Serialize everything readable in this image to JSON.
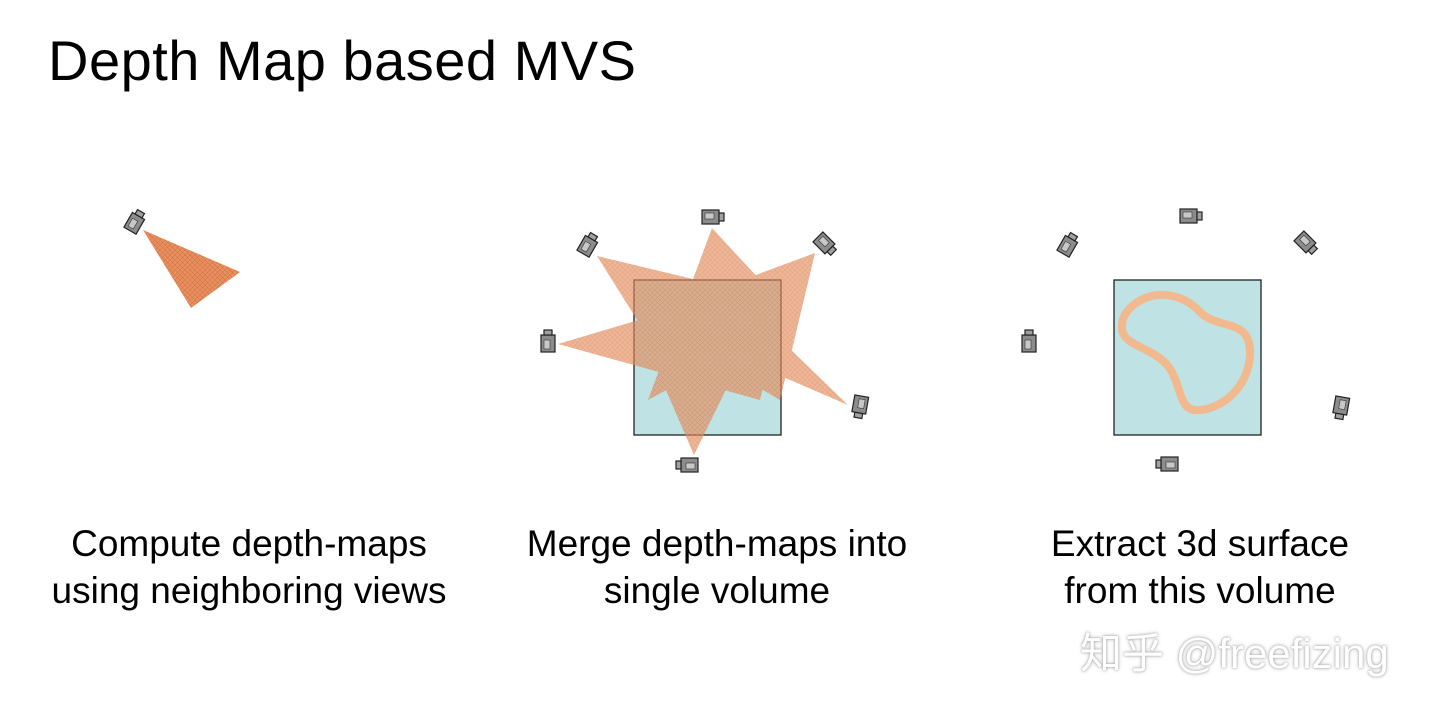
{
  "title": "Depth Map based MVS",
  "colors": {
    "frustum": "#e8915f",
    "volume": "#bfe3e4",
    "surface": "#f2b88e",
    "camera": "#8c8c8c"
  },
  "panels": [
    {
      "caption_line1": "Compute depth-maps",
      "caption_line2": "using neighboring views"
    },
    {
      "caption_line1": "Merge depth-maps into",
      "caption_line2": "single volume"
    },
    {
      "caption_line1": "Extract 3d surface",
      "caption_line2": "from this volume"
    }
  ],
  "watermark": "知乎 @freefizing",
  "icons": [
    "camera-icon"
  ]
}
